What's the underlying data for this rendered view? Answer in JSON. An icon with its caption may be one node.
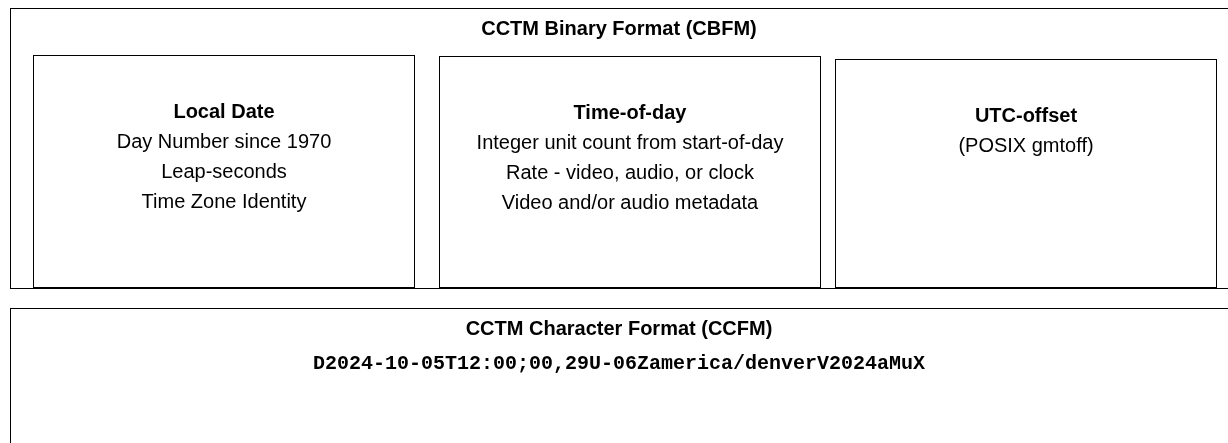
{
  "diagram": {
    "nodes": [
      {
        "text": [
          "CCTM Binary Format (CBFM)"
        ]
      },
      {
        "text": [
          "Local Date",
          "Day Number since 1970",
          "Leap-seconds",
          "Time Zone Identity"
        ],
        "in": 0
      },
      {
        "text": [
          "Time-of-day",
          "Integer unit count from start-of-day",
          "Rate - video, audio, or clock",
          "Video and/or audio metadata"
        ],
        "in": 0
      },
      {
        "text": [
          "UTC-offset",
          "(POSIX gmtoff)"
        ],
        "in": 0
      },
      {
        "text": [
          "CCTM Character Format (CCFM)",
          "D2024-10-05T12:00;00,29U-06Zamerica/denverV2024aMuX"
        ]
      }
    ]
  }
}
